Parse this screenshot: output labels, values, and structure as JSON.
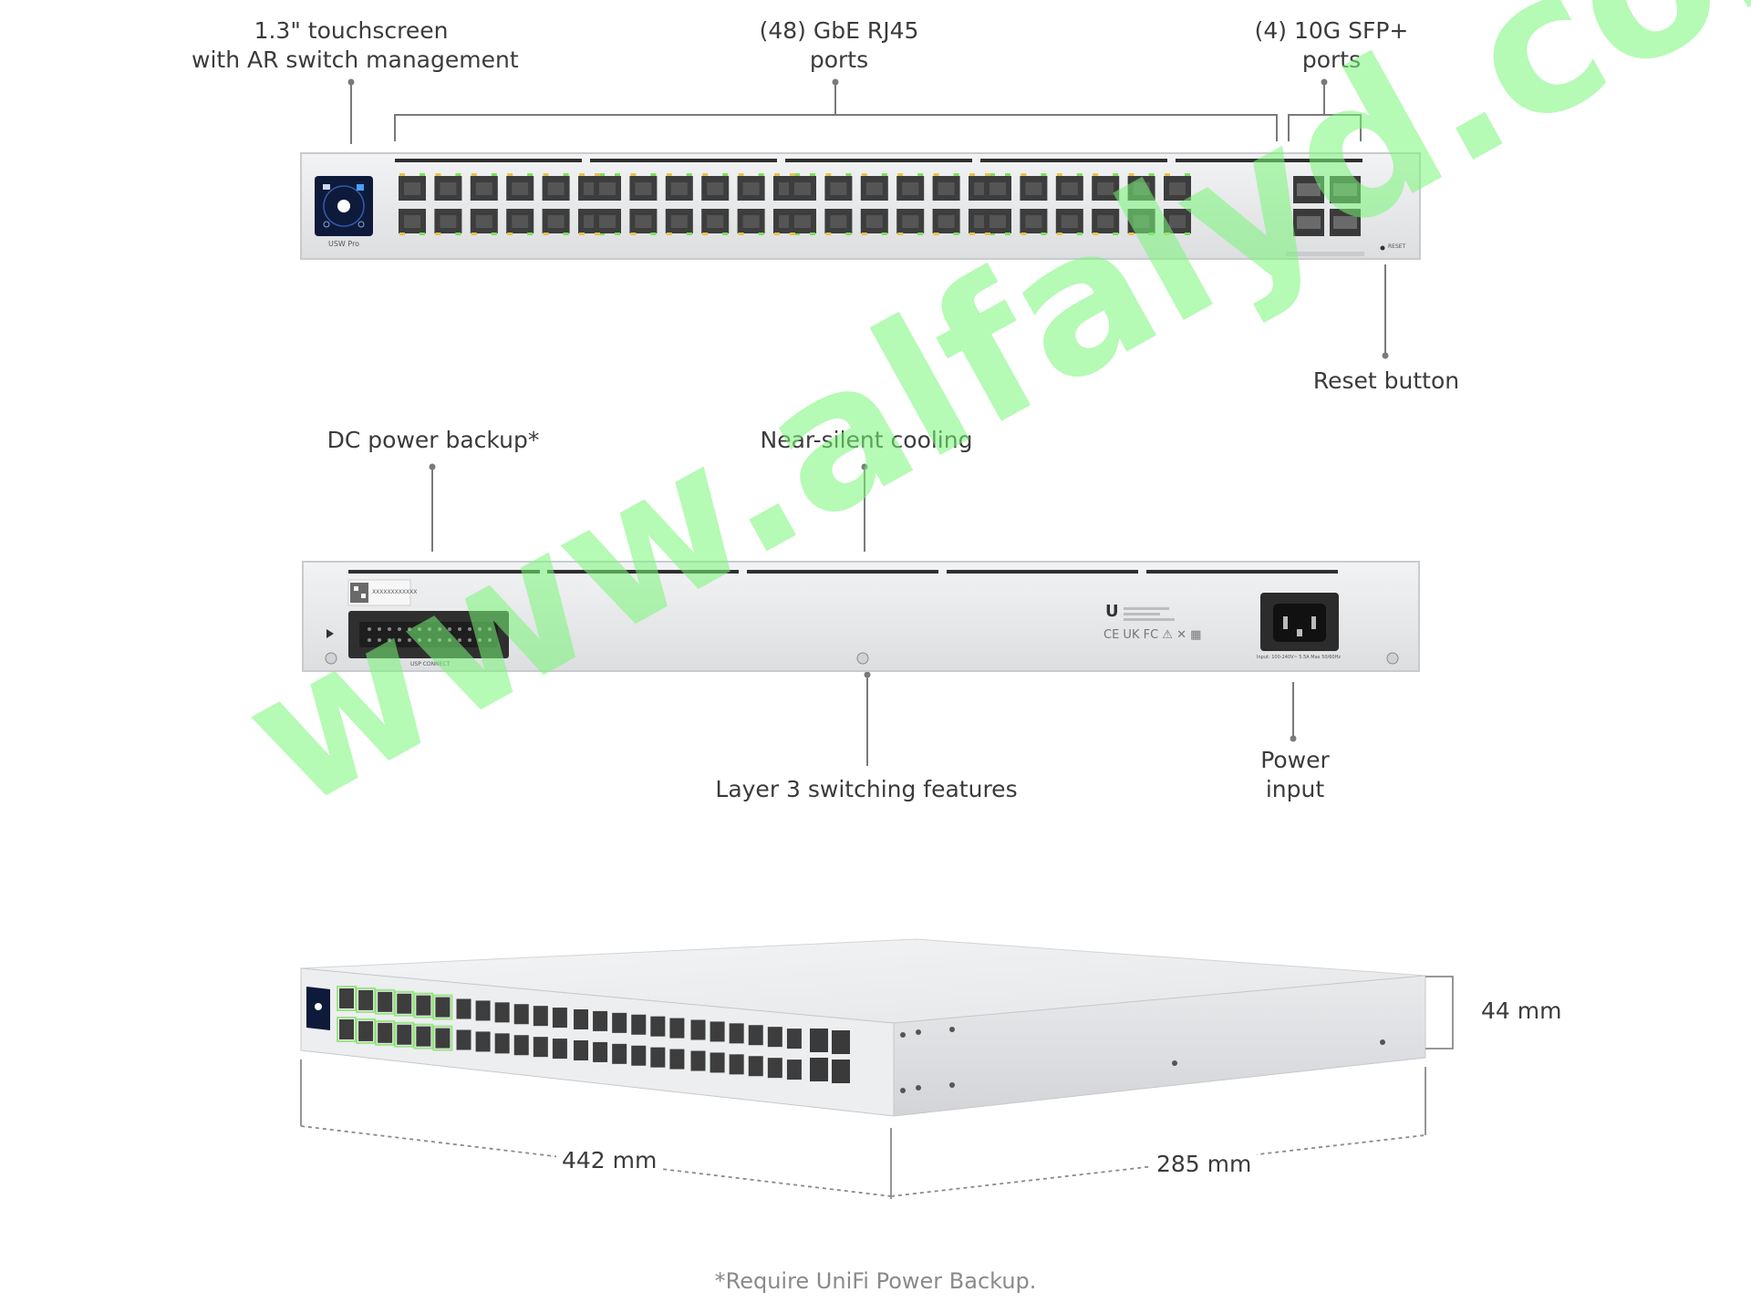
{
  "labels": {
    "touchscreen": [
      "1.3\" touchscreen",
      "with AR switch management"
    ],
    "rj45": [
      "(48) GbE RJ45",
      "ports"
    ],
    "sfp": [
      "(4) 10G SFP+",
      "ports"
    ],
    "reset": "Reset button",
    "dc_power": "DC power backup*",
    "cooling": "Near-silent cooling",
    "layer3": "Layer 3 switching features",
    "power_input": [
      "Power",
      "input"
    ]
  },
  "dimensions": {
    "height": "44 mm",
    "width": "442 mm",
    "depth": "285 mm"
  },
  "device": {
    "brand_label": "USW Pro",
    "reset_text": "RESET",
    "usp_text": "USP CONNECT",
    "power_rating": "Input: 100-240V~ 5.5A Max 50/60Hz",
    "serial_text": "XXXXXXXXXXXX",
    "port_count_rj45": 48,
    "port_count_sfp": 4
  },
  "footnote": "*Require UniFi Power Backup.",
  "watermark": "www.alfalyd.com",
  "colors": {
    "chassis": "#e6e7e9",
    "chassis_edge": "#c9cbce",
    "port": "#3d3d3d",
    "led_green": "#7be05a",
    "led_amber": "#e8c24a",
    "screen": "#0d1a3a",
    "watermark": "#78f578"
  }
}
